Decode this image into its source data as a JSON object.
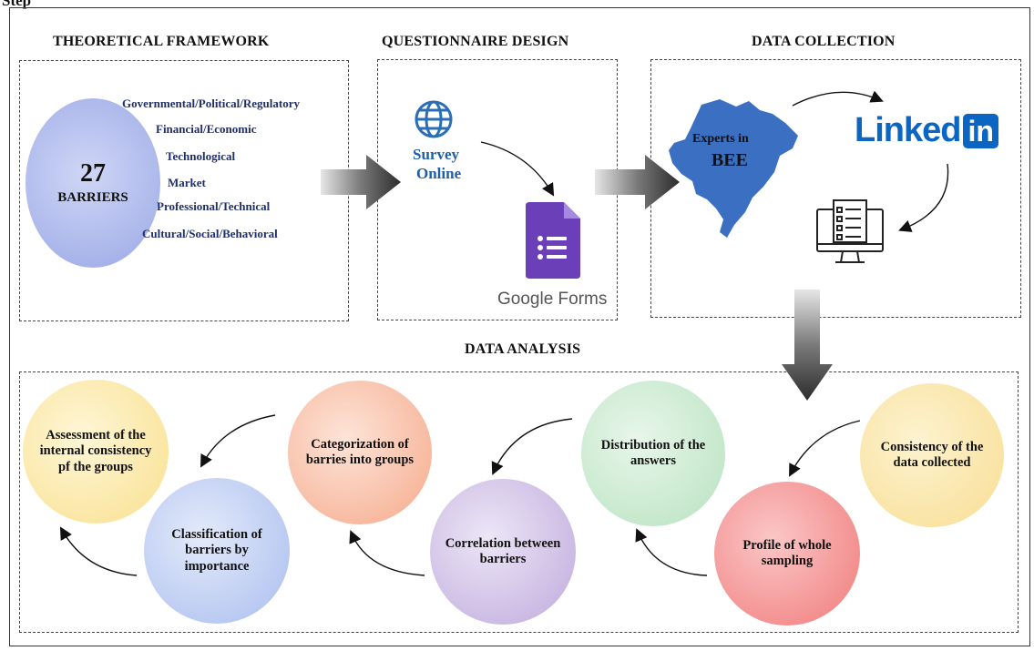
{
  "header": {
    "partial_label": "Step"
  },
  "sections": {
    "theoretical": "THEORETICAL FRAMEWORK",
    "questionnaire": "QUESTIONNAIRE DESIGN",
    "collection": "DATA COLLECTION",
    "analysis": "DATA ANALYSIS"
  },
  "barriers": {
    "count": "27",
    "label": "BARRIERS",
    "categories": [
      "Governmental/Political/Regulatory",
      "Financial/Economic",
      "Technological",
      "Market",
      "Professional/Technical",
      "Cultural/Social/Behavioral"
    ]
  },
  "questionnaire": {
    "survey_line1": "Survey",
    "survey_line2": "Online",
    "forms_label": "Google Forms"
  },
  "collection": {
    "experts_line1": "Experts in",
    "experts_line2": "BEE",
    "linkedin_word": "Linked",
    "linkedin_badge": "in"
  },
  "analysis_steps": [
    {
      "label": "Consistency of the data collected"
    },
    {
      "label": "Profile of whole sampling"
    },
    {
      "label": "Distribution of the answers"
    },
    {
      "label": "Correlation between barriers"
    },
    {
      "label": "Categorization of barries into groups"
    },
    {
      "label": "Classification of barriers by importance"
    },
    {
      "label": "Assessment of the internal consistency pf the groups"
    }
  ],
  "colors": {
    "category_text": "#1f2f6b",
    "globe": "#2a6fb5",
    "forms_purple": "#6a3fb8",
    "brazil": "#3a6fc1",
    "linkedin": "#0a66c2"
  }
}
